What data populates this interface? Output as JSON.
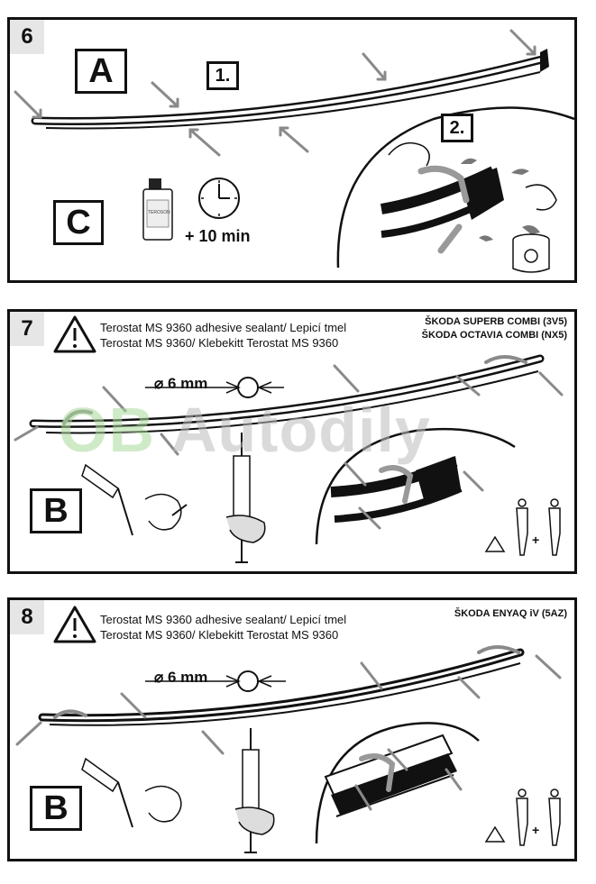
{
  "steps": [
    {
      "number": "6",
      "boxes": {
        "a": "A",
        "one": "1.",
        "two": "2.",
        "c": "C"
      },
      "time": "+ 10 min",
      "bottle_label": "TEROSON"
    },
    {
      "number": "7",
      "warning_line1": "Terostat  MS 9360 adhesive sealant/ Lepicí tmel",
      "warning_line2": "Terostat MS 9360/ Klebekitt Terostat MS 9360",
      "models": [
        "ŠKODA SUPERB COMBI (3V5)",
        "ŠKODA OCTAVIA COMBI (NX5)"
      ],
      "diameter": "⌀ 6 mm",
      "box": "B",
      "plus": "+"
    },
    {
      "number": "8",
      "warning_line1": "Terostat  MS 9360 adhesive sealant/ Lepicí tmel",
      "warning_line2": "Terostat MS 9360/ Klebekitt Terostat MS 9360",
      "models": [
        "ŠKODA ENYAQ iV (5AZ)"
      ],
      "diameter": "⌀ 6 mm",
      "box": "B",
      "plus": "+"
    }
  ],
  "watermark": {
    "part1": "OB",
    "part2": " Autodily"
  }
}
